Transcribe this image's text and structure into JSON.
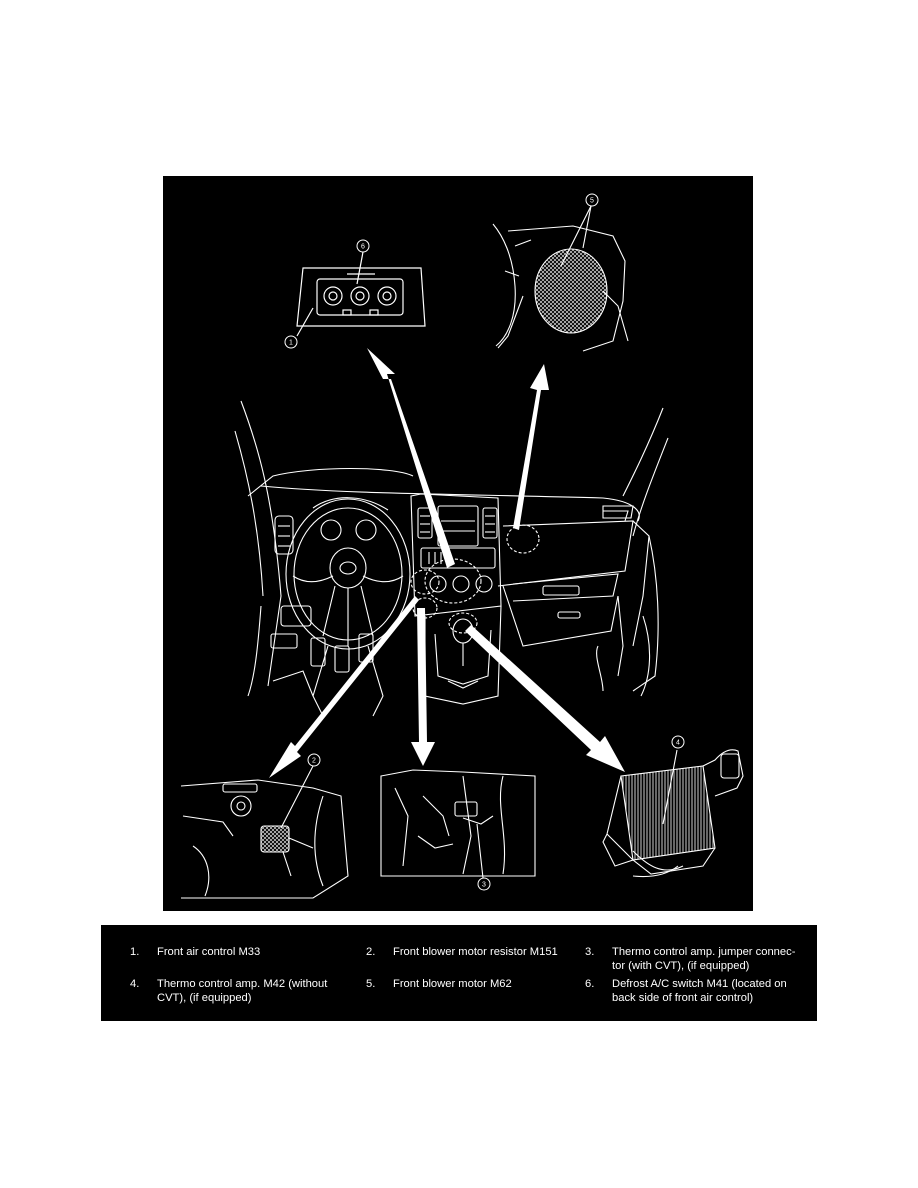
{
  "callouts": [
    "1",
    "2",
    "3",
    "4",
    "5",
    "6"
  ],
  "legend": {
    "items": [
      {
        "num": "1.",
        "text": "Front air control M33"
      },
      {
        "num": "2.",
        "text": "Front blower motor resistor M151"
      },
      {
        "num": "3.",
        "text": "Thermo control amp. jumper connec-tor (with CVT), (if equipped)"
      },
      {
        "num": "4.",
        "text": "Thermo control amp. M42 (without CVT), (if equipped)"
      },
      {
        "num": "5.",
        "text": "Front blower motor M62"
      },
      {
        "num": "6.",
        "text": "Defrost A/C switch M41 (located on back side of front air control)"
      }
    ]
  },
  "colors": {
    "background": "#000000",
    "line": "#ffffff",
    "page": "#ffffff"
  }
}
